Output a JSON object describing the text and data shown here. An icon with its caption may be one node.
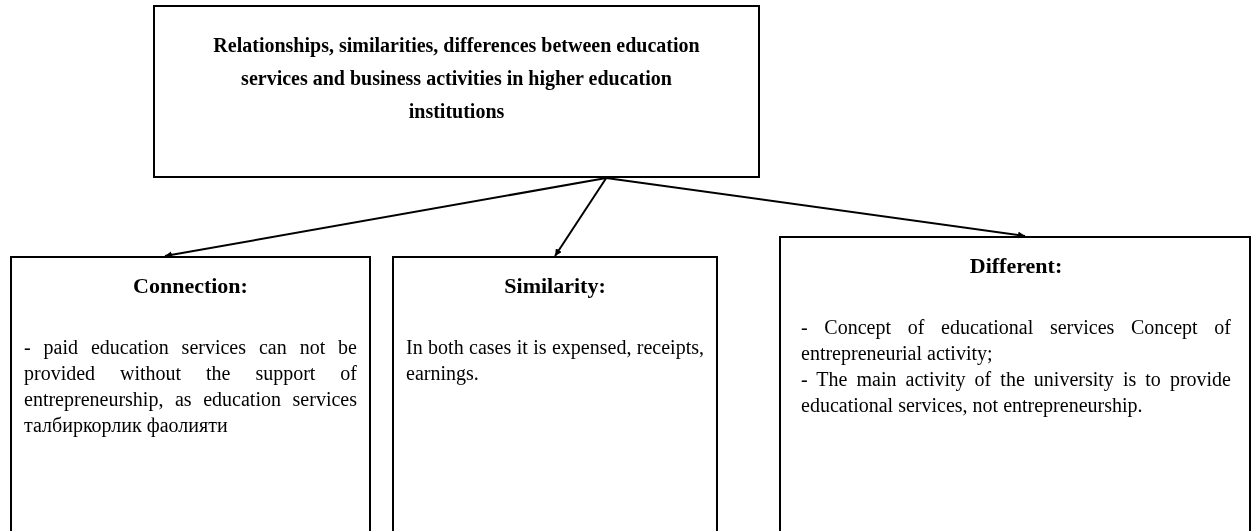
{
  "diagram": {
    "nodes": [
      {
        "text": [
          "Relationships, similarities, differences between education services and business activities in higher education institutions"
        ]
      },
      {
        "text": [
          "Connection:",
          "- paid education services can not be provided without the support of entrepreneurship, as education services талбиркорлик фаолияти"
        ]
      },
      {
        "text": [
          "Similarity:",
          "In both cases it is expensed, receipts, earnings."
        ]
      },
      {
        "text": [
          "Different:",
          "- Concept of educational services Concept of entrepreneurial activity;",
          "- The main activity of the university is to provide educational services, not entrepreneurship."
        ]
      }
    ],
    "edges": [
      {
        "from": 0,
        "to": 1,
        "arrow": "to"
      },
      {
        "from": 0,
        "to": 2,
        "arrow": "to"
      },
      {
        "from": 0,
        "to": 3,
        "arrow": "to"
      }
    ]
  }
}
